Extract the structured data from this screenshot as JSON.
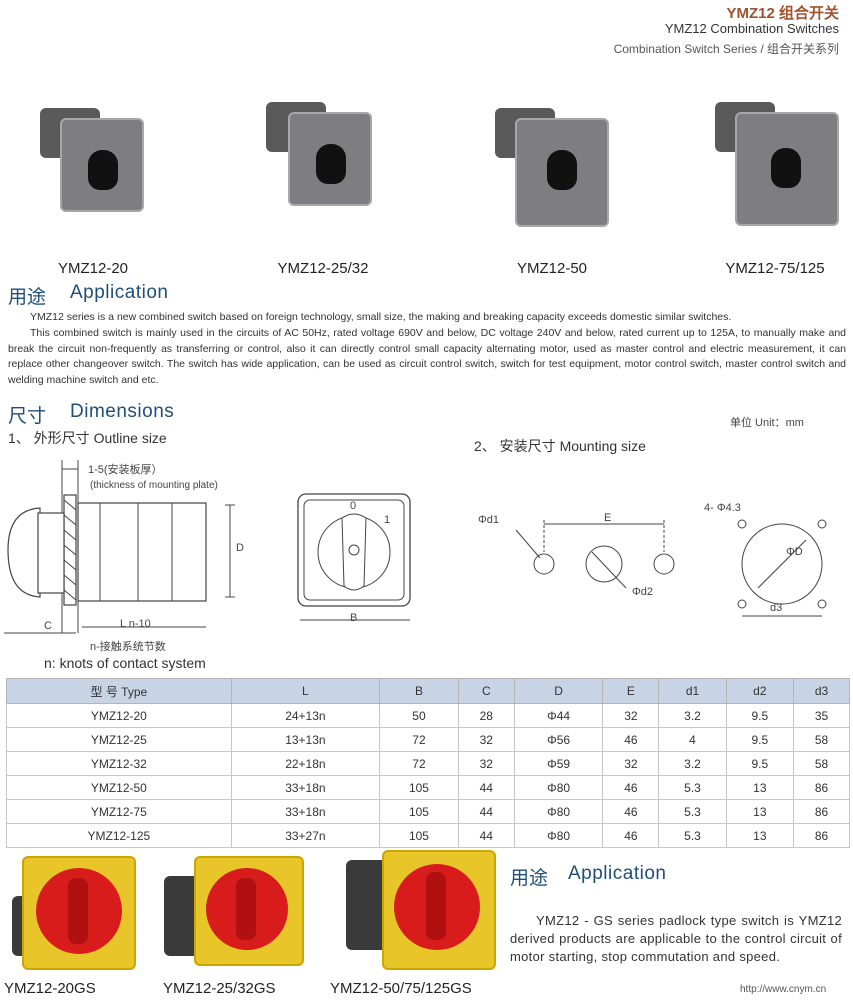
{
  "header": {
    "title": "YMZ12 组合开关",
    "subtitle": "YMZ12 Combination Switches",
    "series": "Combination Switch Series / 组合开关系列"
  },
  "products": [
    {
      "name": "YMZ12-20"
    },
    {
      "name": "YMZ12-25/32"
    },
    {
      "name": "YMZ12-50"
    },
    {
      "name": "YMZ12-75/125"
    }
  ],
  "application": {
    "title_cn": "用途",
    "title_en": "Application",
    "p1": "YMZ12 series is a new combined switch based on foreign technology, small size, the making and breaking capacity exceeds domestic similar switches.",
    "p2": "This combined switch is mainly used in the circuits of AC 50Hz, rated voltage 690V and below, DC voltage 240V and below, rated current up to 125A, to manually make and break the circuit non-frequently as transferring or control, also it can directly control small capacity alternating motor, used as master control and electric measurement, it can replace other changeover switch. The switch has wide application, can be used as circuit control switch, switch for test equipment, motor control switch, master control switch and welding machine switch and etc."
  },
  "dimensions": {
    "title_cn": "尺寸",
    "title_en": "Dimensions",
    "unit": "单位 Unit：mm",
    "outline": "1、 外形尺寸  Outline size",
    "mounting": "2、 安装尺寸  Mounting size",
    "plate_cn": "1-5(安装板厚）",
    "plate_en": "(thickness of mounting plate)",
    "label_C": "C",
    "label_L": "L n-10",
    "label_D": "D",
    "label_B": "B",
    "label_0": "0",
    "label_1": "1",
    "label_d1": "Φd1",
    "label_E": "E",
    "label_d2": "Φd2",
    "label_holes": "4- Φ4.3",
    "label_phiD": "ΦD",
    "label_d3": "d3",
    "n_cn": "n-接触系统节数",
    "n_en": "n: knots of contact system"
  },
  "table": {
    "headers": [
      "型 号 Type",
      "L",
      "B",
      "C",
      "D",
      "E",
      "d1",
      "d2",
      "d3"
    ],
    "rows": [
      [
        "YMZ12-20",
        "24+13n",
        "50",
        "28",
        "Φ44",
        "32",
        "3.2",
        "9.5",
        "35"
      ],
      [
        "YMZ12-25",
        "13+13n",
        "72",
        "32",
        "Φ56",
        "46",
        "4",
        "9.5",
        "58"
      ],
      [
        "YMZ12-32",
        "22+18n",
        "72",
        "32",
        "Φ59",
        "32",
        "3.2",
        "9.5",
        "58"
      ],
      [
        "YMZ12-50",
        "33+18n",
        "105",
        "44",
        "Φ80",
        "46",
        "5.3",
        "13",
        "86"
      ],
      [
        "YMZ12-75",
        "33+18n",
        "105",
        "44",
        "Φ80",
        "46",
        "5.3",
        "13",
        "86"
      ],
      [
        "YMZ12-125",
        "33+27n",
        "105",
        "44",
        "Φ80",
        "46",
        "5.3",
        "13",
        "86"
      ]
    ]
  },
  "gs_products": [
    {
      "name": "YMZ12-20GS"
    },
    {
      "name": "YMZ12-25/32GS"
    },
    {
      "name": "YMZ12-50/75/125GS"
    }
  ],
  "gs_application": {
    "title_cn": "用途",
    "title_en": "Application",
    "text": "YMZ12 - GS series padlock type switch is YMZ12 derived products are applicable to the control circuit of motor starting, stop commutation and speed."
  },
  "footer": {
    "url": "http://www.cnym.cn"
  }
}
